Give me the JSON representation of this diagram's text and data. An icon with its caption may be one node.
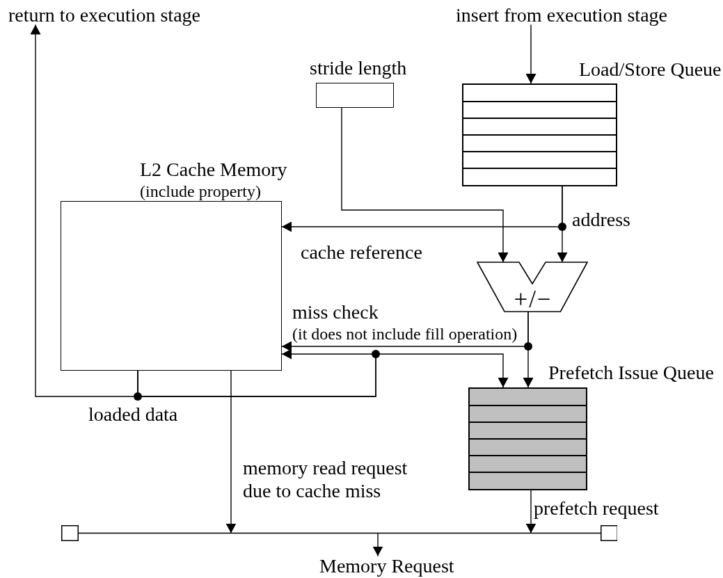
{
  "diagram": {
    "nodes": [
      {
        "text": [
          "return to execution stage"
        ]
      },
      {
        "text": [
          "insert from execution stage"
        ]
      },
      {
        "text": [
          "stride length"
        ]
      },
      {
        "text": [
          "Load/Store Queue"
        ]
      },
      {
        "text": [
          "L2 Cache Memory",
          "(include property)"
        ]
      },
      {
        "text": [
          "+/−"
        ]
      },
      {
        "text": [
          "Prefetch Issue Queue"
        ]
      },
      {
        "text": [],
        "shape": "bar"
      },
      {
        "text": [
          "Memory Request"
        ]
      }
    ],
    "edges": [
      {
        "from": 1,
        "to": 3,
        "arrow": "to"
      },
      {
        "from": 4,
        "to": 0,
        "arrow": "to",
        "label": "loaded data"
      },
      {
        "from": 2,
        "to": 5,
        "arrow": "to"
      },
      {
        "from": 3,
        "to": 5,
        "arrow": "to",
        "label": "address"
      },
      {
        "from": 3,
        "to": 4,
        "arrow": "to",
        "label": "cache reference"
      },
      {
        "from": 5,
        "to": 4,
        "arrow": "to",
        "label": "miss check"
      },
      {
        "from": 5,
        "to": 6,
        "arrow": "to"
      },
      {
        "from": 4,
        "to": 4,
        "arrow": "to"
      },
      {
        "from": 4,
        "to": 6,
        "arrow": "to"
      },
      {
        "from": 4,
        "to": 7,
        "arrow": "to",
        "label": "memory read request due to cache miss"
      },
      {
        "from": 6,
        "to": 7,
        "arrow": "to",
        "label": "prefetch request"
      },
      {
        "from": 7,
        "to": 8,
        "arrow": "to"
      }
    ],
    "labels": [
      "(it does not include fill operation)"
    ]
  }
}
